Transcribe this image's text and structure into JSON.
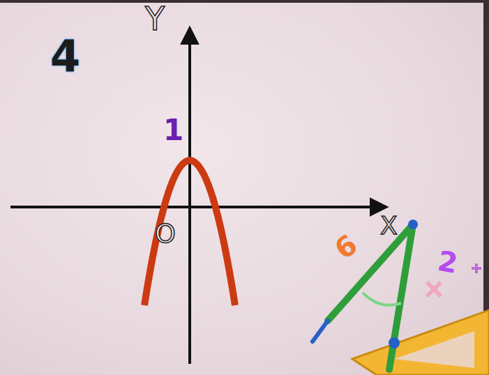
{
  "diagram": {
    "labels": [
      "4",
      "Y",
      "1",
      "O",
      "X",
      "6",
      "2"
    ]
  }
}
